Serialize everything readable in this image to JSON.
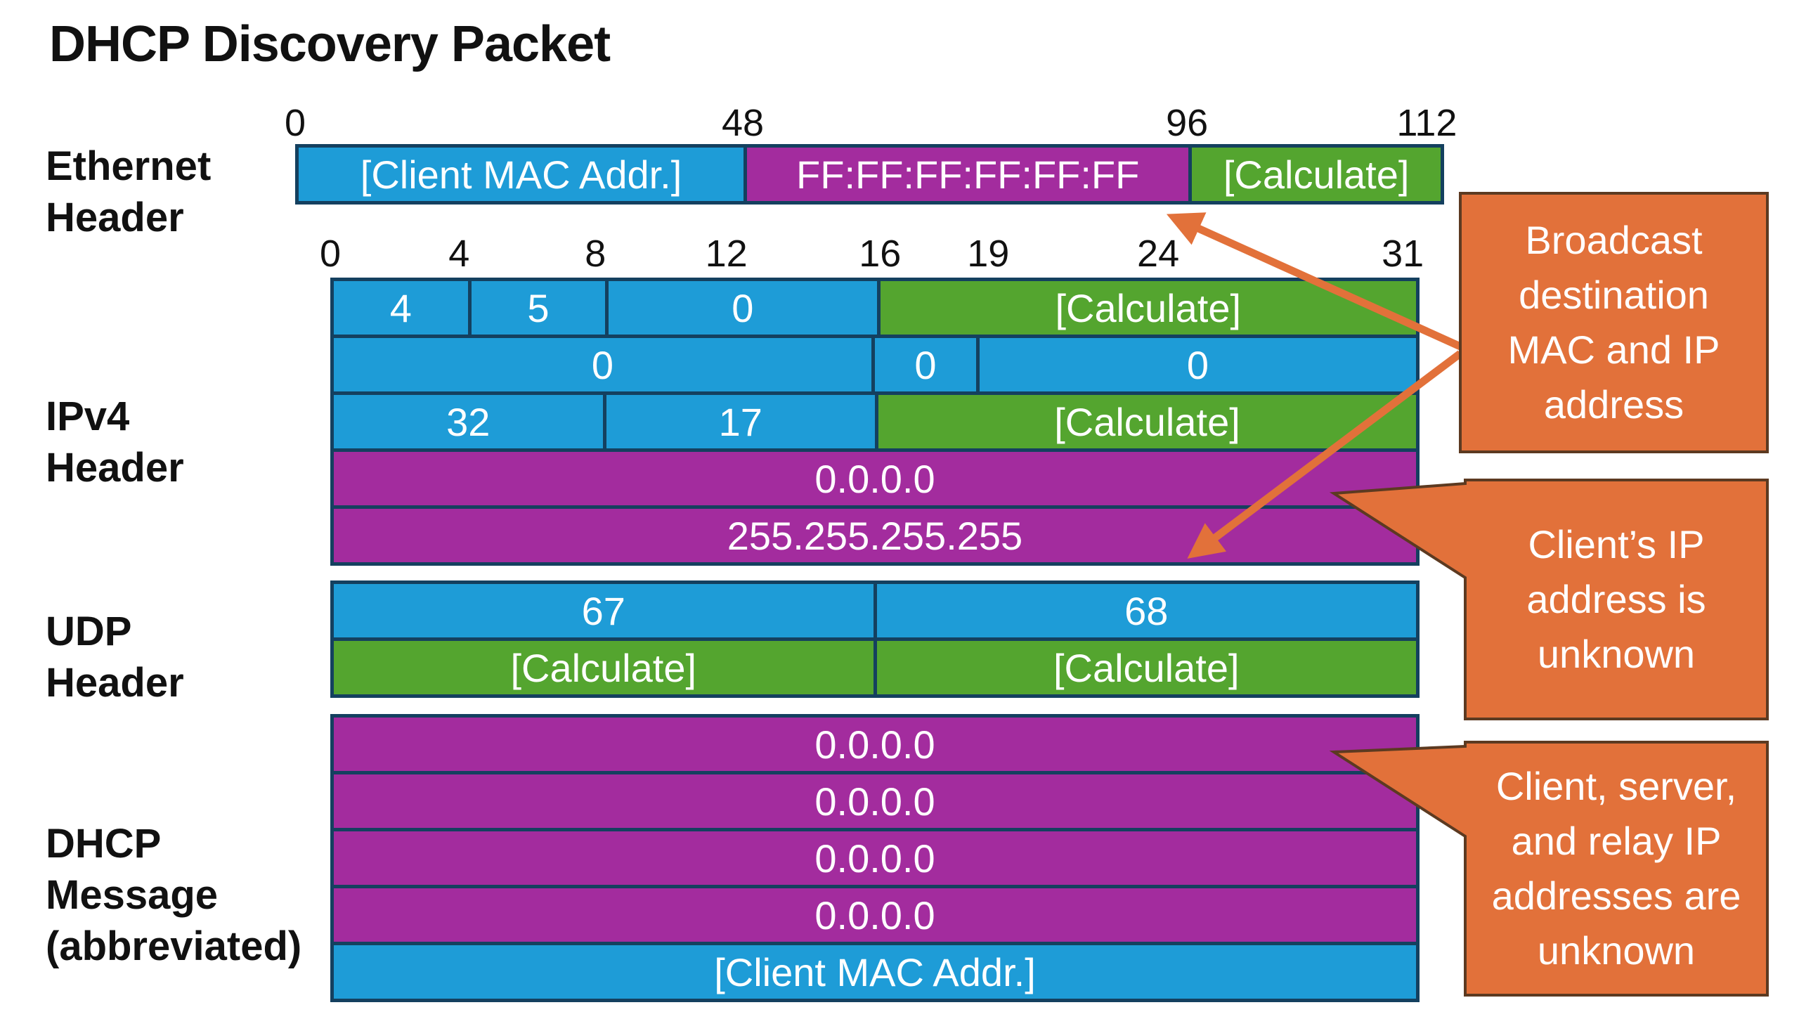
{
  "title": "DHCP Discovery Packet",
  "colors": {
    "background": "#FFFFFF",
    "cyan": "#1E9CD7",
    "green": "#54A52F",
    "purple": "#A32C9E",
    "orange": "#E2713A",
    "orange_border": "#5C3A21",
    "edge": "#14405F",
    "text_dark": "#111111",
    "text_light": "#FFFFFF"
  },
  "sections": [
    {
      "id": "ethernet-header",
      "label_lines": [
        "Ethernet",
        "Header"
      ],
      "ticks": [
        {
          "label": "0",
          "f": 0.0
        },
        {
          "label": "48",
          "f": 0.392
        },
        {
          "label": "96",
          "f": 0.781
        },
        {
          "label": "112",
          "f": 0.991
        }
      ],
      "rows": [
        [
          {
            "text": "[Client MAC Addr.]",
            "color": "cyan",
            "w": 0.392
          },
          {
            "text": "FF:FF:FF:FF:FF:FF",
            "color": "purple",
            "w": 0.389
          },
          {
            "text": "[Calculate]",
            "color": "green",
            "w": 0.219
          }
        ]
      ]
    },
    {
      "id": "ipv4-header",
      "label_lines": [
        "IPv4",
        "Header"
      ],
      "ticks": [
        {
          "label": "0",
          "f": 0.0
        },
        {
          "label": "4",
          "f": 0.119
        },
        {
          "label": "8",
          "f": 0.245
        },
        {
          "label": "12",
          "f": 0.366
        },
        {
          "label": "16",
          "f": 0.508
        },
        {
          "label": "19",
          "f": 0.608
        },
        {
          "label": "24",
          "f": 0.765
        },
        {
          "label": "31",
          "f": 0.991
        }
      ],
      "rows": [
        [
          {
            "text": "4",
            "color": "cyan",
            "w": 0.125
          },
          {
            "text": "5",
            "color": "cyan",
            "w": 0.125
          },
          {
            "text": "0",
            "color": "cyan",
            "w": 0.25
          },
          {
            "text": "[Calculate]",
            "color": "green",
            "w": 0.5
          }
        ],
        [
          {
            "text": "0",
            "color": "cyan",
            "w": 0.5
          },
          {
            "text": "0",
            "color": "cyan",
            "w": 0.094
          },
          {
            "text": "0",
            "color": "cyan",
            "w": 0.406
          }
        ],
        [
          {
            "text": "32",
            "color": "cyan",
            "w": 0.25
          },
          {
            "text": "17",
            "color": "cyan",
            "w": 0.25
          },
          {
            "text": "[Calculate]",
            "color": "green",
            "w": 0.5
          }
        ],
        [
          {
            "text": "0.0.0.0",
            "color": "purple",
            "w": 1
          }
        ],
        [
          {
            "text": "255.255.255.255",
            "color": "purple",
            "w": 1
          }
        ]
      ]
    },
    {
      "id": "udp-header",
      "label_lines": [
        "UDP",
        "Header"
      ],
      "ticks": [],
      "rows": [
        [
          {
            "text": "67",
            "color": "cyan",
            "w": 0.5
          },
          {
            "text": "68",
            "color": "cyan",
            "w": 0.5
          }
        ],
        [
          {
            "text": "[Calculate]",
            "color": "green",
            "w": 0.5
          },
          {
            "text": "[Calculate]",
            "color": "green",
            "w": 0.5
          }
        ]
      ]
    },
    {
      "id": "dhcp-message",
      "label_lines": [
        "DHCP",
        "Message",
        "(abbreviated)"
      ],
      "ticks": [],
      "rows": [
        [
          {
            "text": "0.0.0.0",
            "color": "purple",
            "w": 1
          }
        ],
        [
          {
            "text": "0.0.0.0",
            "color": "purple",
            "w": 1
          }
        ],
        [
          {
            "text": "0.0.0.0",
            "color": "purple",
            "w": 1
          }
        ],
        [
          {
            "text": "0.0.0.0",
            "color": "purple",
            "w": 1
          }
        ],
        [
          {
            "text": "[Client MAC Addr.]",
            "color": "cyan",
            "w": 1
          }
        ]
      ]
    }
  ],
  "callouts": [
    {
      "id": "callout-broadcast",
      "lines": [
        "Broadcast",
        "destination",
        "MAC and IP",
        "address"
      ]
    },
    {
      "id": "callout-client-ip",
      "lines": [
        "Client’s IP",
        "address is",
        "unknown"
      ]
    },
    {
      "id": "callout-unknown-addresses",
      "lines": [
        "Client, server,",
        "and relay IP",
        "addresses are",
        "unknown"
      ]
    }
  ]
}
